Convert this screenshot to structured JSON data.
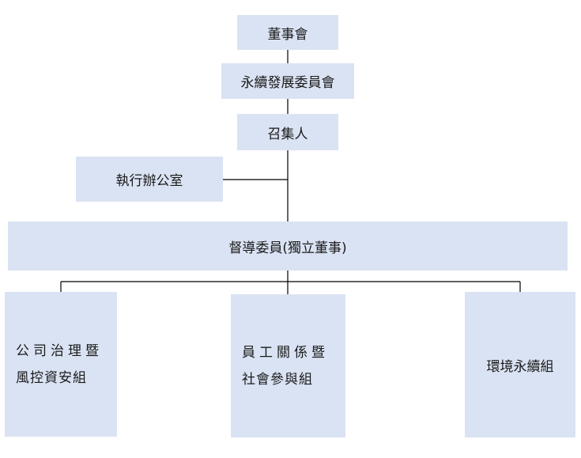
{
  "theme": {
    "box_fill": "#dae3f3",
    "line_color": "#000000"
  },
  "nodes": {
    "board": "董事會",
    "committee": "永續發展委員會",
    "convener": "召集人",
    "executive_office": "執行辦公室",
    "supervisor": "督導委員(獨立董事)",
    "governance_group": {
      "line1": "公司治理暨",
      "line2": "風控資安組"
    },
    "employee_group": {
      "line1": "員工關係暨",
      "line2": "社會參與組"
    },
    "environment_group": "環境永續組"
  }
}
